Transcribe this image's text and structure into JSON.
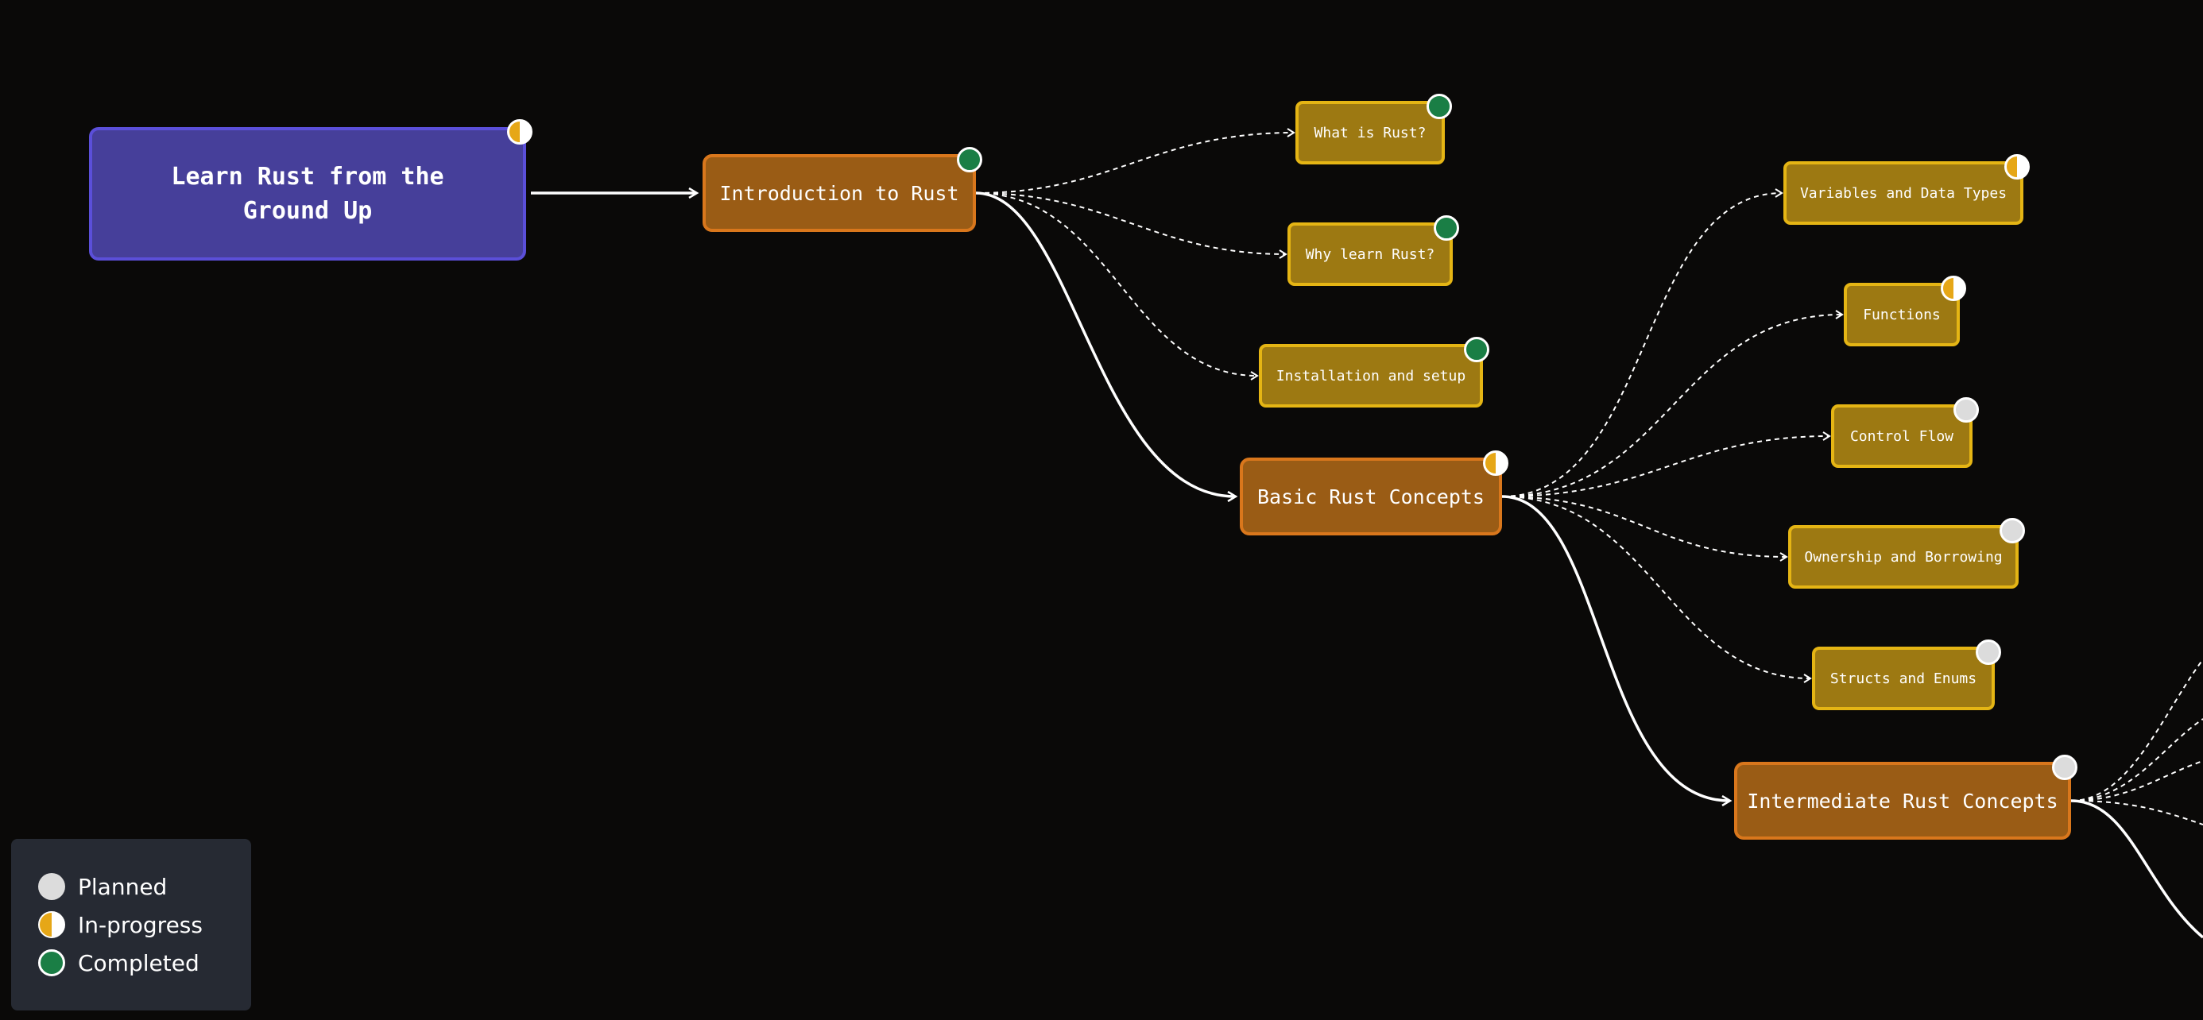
{
  "nodes": {
    "root": {
      "label": "Learn Rust from the Ground Up",
      "status": "in-progress"
    },
    "intro": {
      "label": "Introduction to Rust",
      "status": "completed"
    },
    "what": {
      "label": "What is Rust?",
      "status": "completed"
    },
    "why": {
      "label": "Why learn Rust?",
      "status": "completed"
    },
    "install": {
      "label": "Installation and setup",
      "status": "completed"
    },
    "basic": {
      "label": "Basic Rust Concepts",
      "status": "in-progress"
    },
    "variables": {
      "label": "Variables and Data Types",
      "status": "in-progress"
    },
    "functions": {
      "label": "Functions",
      "status": "in-progress"
    },
    "control": {
      "label": "Control Flow",
      "status": "planned"
    },
    "ownership": {
      "label": "Ownership and Borrowing",
      "status": "planned"
    },
    "structs": {
      "label": "Structs and Enums",
      "status": "planned"
    },
    "intermediate": {
      "label": "Intermediate Rust Concepts",
      "status": "planned"
    }
  },
  "legend": {
    "items": [
      {
        "status": "planned",
        "label": "Planned"
      },
      {
        "status": "in-progress",
        "label": "In-progress"
      },
      {
        "status": "completed",
        "label": "Completed"
      }
    ]
  },
  "colors": {
    "background": "#0a0908",
    "root_fill": "#463f9a",
    "topic_fill": "#9a5c15",
    "subtopic_fill": "#9d7912",
    "completed": "#1a7e45",
    "in_progress": "#e6a717",
    "planned": "#dcdcdc"
  }
}
